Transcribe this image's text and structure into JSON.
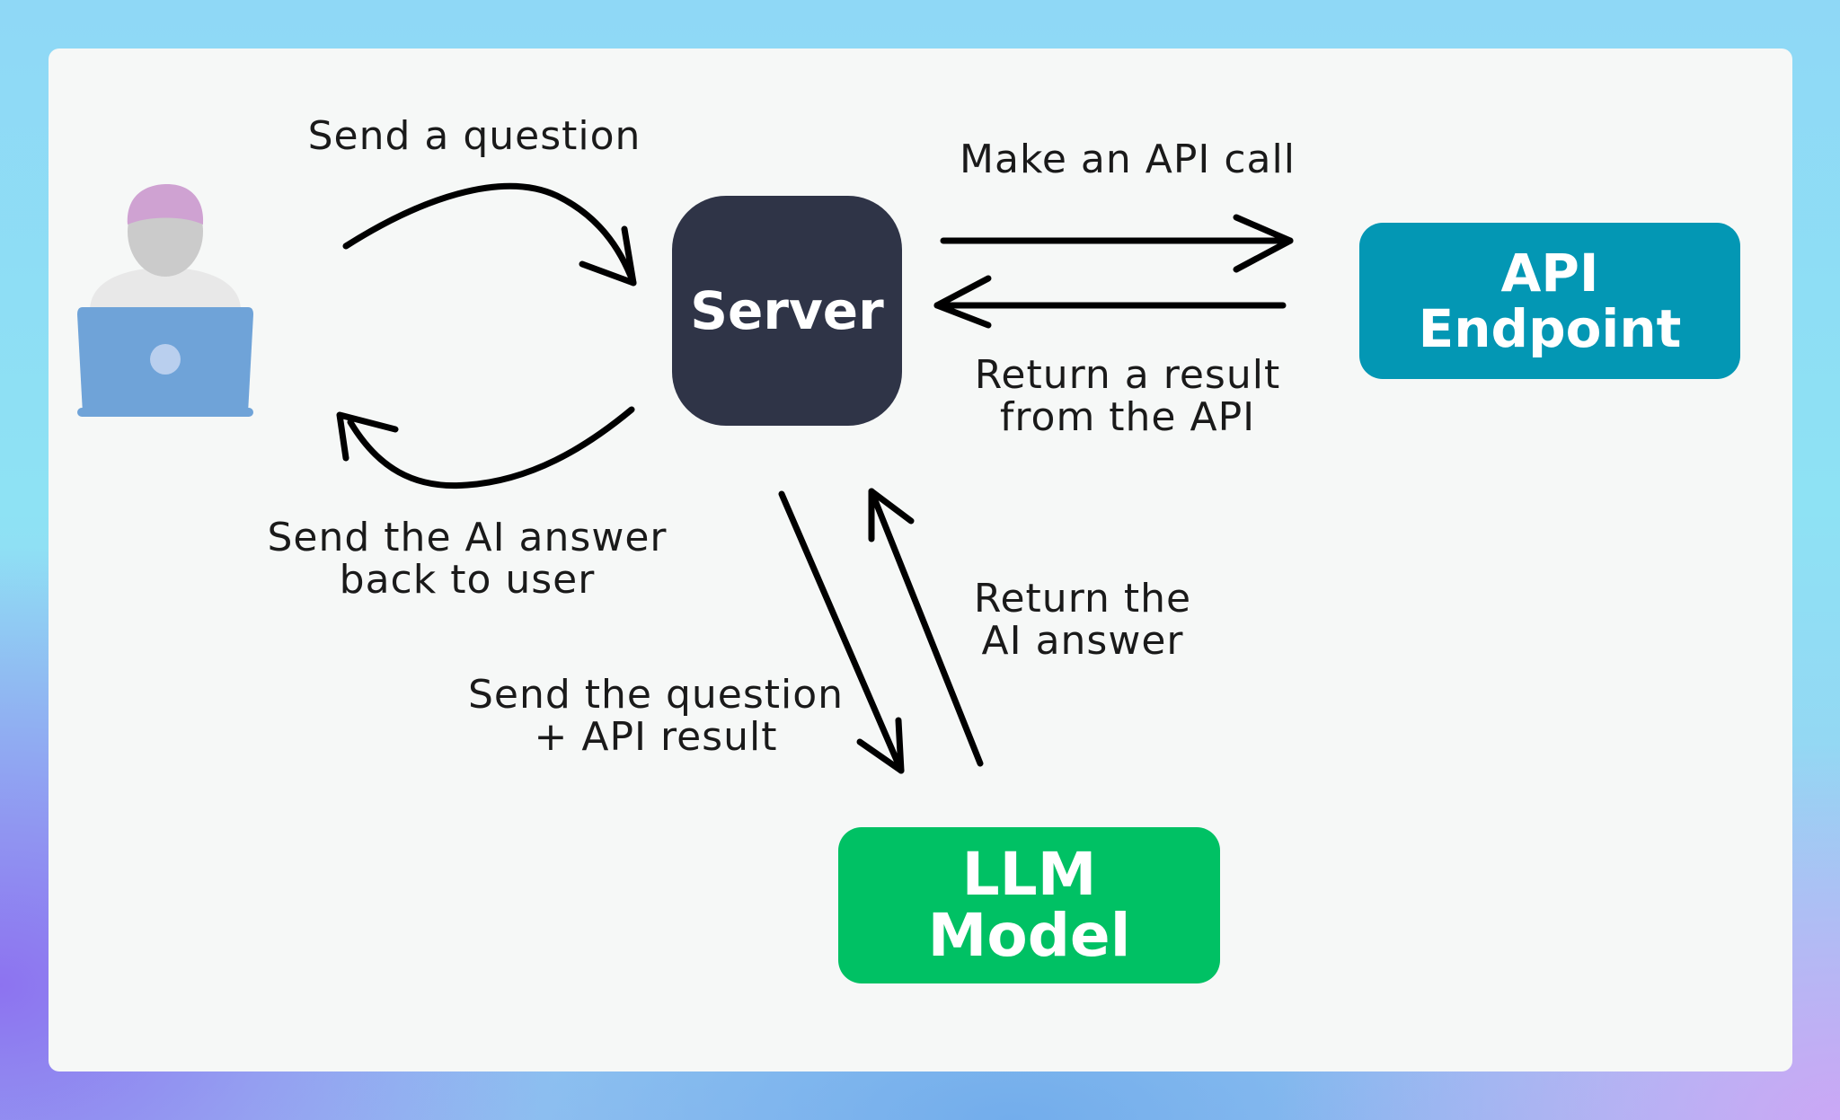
{
  "nodes": {
    "server": "Server",
    "api_line1": "API",
    "api_line2": "Endpoint",
    "llm_line1": "LLM",
    "llm_line2": "Model"
  },
  "labels": {
    "send_question": "Send a question",
    "make_api_call": "Make an API call",
    "return_result_line1": "Return a result",
    "return_result_line2": "from the API",
    "send_answer_line1": "Send the AI answer",
    "send_answer_line2": "back to user",
    "send_question_api_line1": "Send the question",
    "send_question_api_line2": "+ API result",
    "return_answer_line1": "Return the",
    "return_answer_line2": "AI answer"
  },
  "colors": {
    "server": "#2f3447",
    "api_endpoint": "#0397b4",
    "llm_model": "#00c164",
    "user_hair": "#cfa2d2",
    "user_body": "#c9c9c9",
    "laptop": "#6fa3d8"
  },
  "icons": {
    "user": "user-at-laptop-icon"
  }
}
